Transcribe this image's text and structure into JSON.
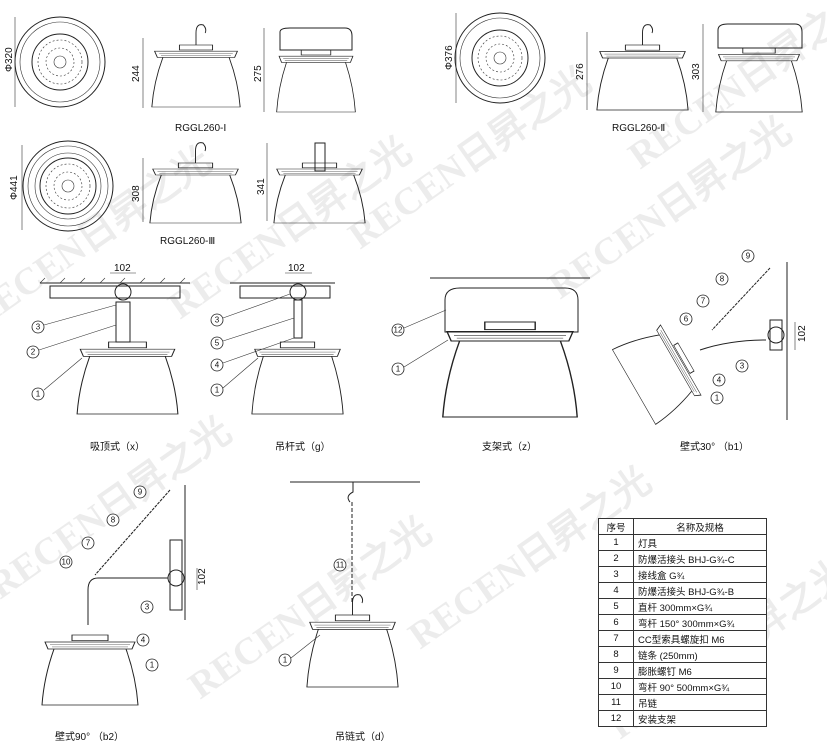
{
  "watermark": "RECEN日昇之光",
  "models": [
    {
      "name": "RGGL260-Ⅰ",
      "diameter": "Φ320",
      "height_hook": "244",
      "height_bracket": "275"
    },
    {
      "name": "RGGL260-Ⅱ",
      "diameter": "Φ376",
      "height_hook": "276",
      "height_bracket": "303"
    },
    {
      "name": "RGGL260-Ⅲ",
      "diameter": "Φ441",
      "height_hook": "308",
      "height_bracket": "341"
    }
  ],
  "installs": {
    "x": {
      "caption": "吸顶式（x）",
      "dim": "102",
      "callouts": [
        "3",
        "2",
        "1"
      ]
    },
    "g": {
      "caption": "吊杆式（g）",
      "dim": "102",
      "callouts": [
        "3",
        "5",
        "4",
        "1"
      ]
    },
    "z": {
      "caption": "支架式（z）",
      "callouts": [
        "12",
        "1"
      ]
    },
    "b1": {
      "caption": "壁式30° （b1）",
      "dim": "102",
      "callouts": [
        "9",
        "8",
        "7",
        "6",
        "4",
        "3",
        "1"
      ]
    },
    "b2": {
      "caption": "壁式90° （b2）",
      "dim": "102",
      "callouts": [
        "9",
        "8",
        "7",
        "10",
        "3",
        "4",
        "1"
      ]
    },
    "d": {
      "caption": "吊链式（d）",
      "callouts": [
        "11",
        "1"
      ]
    }
  },
  "table": {
    "headers": [
      "序号",
      "名称及规格"
    ],
    "rows": [
      [
        "1",
        "灯具"
      ],
      [
        "2",
        "防爆活接头 BHJ-G¾-C"
      ],
      [
        "3",
        "接线盒 G¾"
      ],
      [
        "4",
        "防爆活接头 BHJ-G¾-B"
      ],
      [
        "5",
        "直杆 300mm×G¾"
      ],
      [
        "6",
        "弯杆 150° 300mm×G¾"
      ],
      [
        "7",
        "CC型索具螺旋扣 M6"
      ],
      [
        "8",
        "链条 (250mm)"
      ],
      [
        "9",
        "膨胀螺钉 M6"
      ],
      [
        "10",
        "弯杆 90° 500mm×G¾"
      ],
      [
        "11",
        "吊链"
      ],
      [
        "12",
        "安装支架"
      ]
    ]
  }
}
